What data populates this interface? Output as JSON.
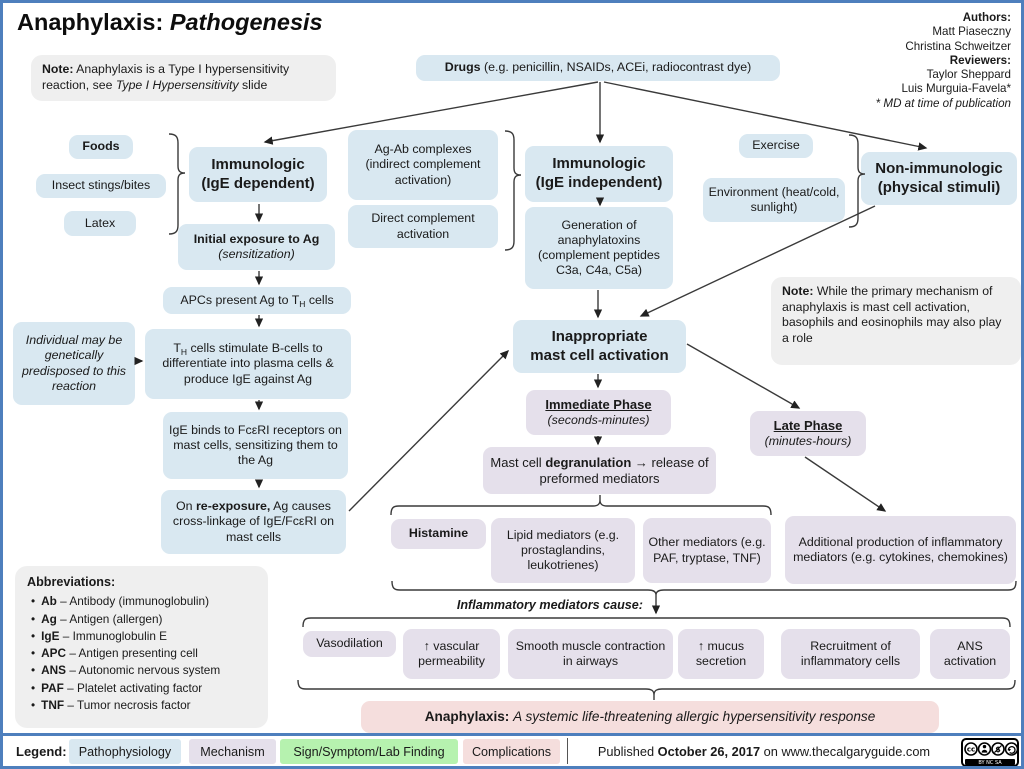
{
  "title": {
    "main": "Anaphylaxis:",
    "italic": "Pathogenesis"
  },
  "credits": {
    "authors_label": "Authors:",
    "authors": [
      "Matt Piaseczny",
      "Christina Schweitzer"
    ],
    "reviewers_label": "Reviewers:",
    "reviewers": [
      "Taylor Sheppard",
      "Luis Murguia-Favela*"
    ],
    "footnote": "* MD at time of publication"
  },
  "notes": {
    "left": {
      "label": "Note:",
      "text1": " Anaphylaxis is a Type I hypersensitivity reaction, see ",
      "italic": "Type I Hypersensitivity",
      "text2": " slide"
    },
    "right": {
      "label": "Note:",
      "text": " While the primary mechanism of anaphylaxis is mast cell activation, basophils and eosinophils may also play a role"
    }
  },
  "nodes": {
    "drugs": {
      "bold": "Drugs",
      "rest": " (e.g. penicillin, NSAIDs, ACEi, radiocontrast dye)"
    },
    "foods": "Foods",
    "insect": "Insect stings/bites",
    "latex": "Latex",
    "imm_dep": {
      "line1": "Immunologic",
      "line2": "(IgE dependent)"
    },
    "agab": "Ag-Ab complexes (indirect complement activation)",
    "direct": "Direct complement activation",
    "imm_indep": {
      "line1": "Immunologic",
      "line2": "(IgE independent)"
    },
    "exercise": "Exercise",
    "environment": "Environment (heat/cold, sunlight)",
    "non_imm": {
      "line1": "Non-immunologic",
      "line2": "(physical stimuli)"
    },
    "initial_exposure": {
      "bold": "Initial exposure to Ag",
      "italic": "(sensitization)"
    },
    "apcs": {
      "pre": "APCs present Ag to T",
      "sub": "H",
      "post": " cells"
    },
    "genetic": "Individual may be genetically predisposed to this reaction",
    "th_cells": {
      "pre": "T",
      "sub": "H",
      "post": " cells stimulate B-cells to differentiate into plasma cells & produce IgE against Ag"
    },
    "ige_binds": "IgE binds to FcεRI receptors on mast cells, sensitizing them to the Ag",
    "re_exposure": {
      "pre": "On ",
      "bold": "re-exposure,",
      "post": " Ag causes cross-linkage of IgE/FcεRI on mast cells"
    },
    "anaphylatoxins": "Generation of anaphylatoxins (complement peptides C3a, C4a, C5a)",
    "mast_activation": {
      "line1": "Inappropriate",
      "line2": "mast cell activation"
    },
    "immediate_phase": {
      "title": "Immediate Phase",
      "sub": "(seconds-minutes)"
    },
    "late_phase": {
      "title": "Late Phase",
      "sub": "(minutes-hours)"
    },
    "degranulation": {
      "pre": "Mast cell ",
      "bold": "degranulation",
      "post": " → release of preformed mediators"
    },
    "histamine": "Histamine",
    "lipid": "Lipid mediators (e.g. prostaglandins, leukotrienes)",
    "other": "Other mediators (e.g. PAF, tryptase, TNF)",
    "additional": "Additional production of inflammatory mediators (e.g. cytokines, chemokines)",
    "cause_label": "Inflammatory mediators cause:",
    "effects": [
      "Vasodilation",
      "↑ vascular permeability",
      "Smooth muscle contraction in airways",
      "↑ mucus secretion",
      "Recruitment of inflammatory cells",
      "ANS activation"
    ]
  },
  "abbreviations": {
    "title": "Abbreviations:",
    "items": [
      {
        "term": "Ab",
        "def": " – Antibody (immunoglobulin)"
      },
      {
        "term": "Ag",
        "def": " – Antigen (allergen)"
      },
      {
        "term": "IgE",
        "def": " – Immunoglobulin E"
      },
      {
        "term": "APC",
        "def": " – Antigen presenting cell"
      },
      {
        "term": "ANS",
        "def": " – Autonomic nervous system"
      },
      {
        "term": "PAF",
        "def": " – Platelet activating factor"
      },
      {
        "term": "TNF",
        "def": " – Tumor necrosis factor"
      }
    ]
  },
  "bottom_banner": {
    "bold": "Anaphylaxis:",
    "italic": "A systemic life-threatening allergic hypersensitivity response"
  },
  "legend": {
    "label": "Legend:",
    "items": [
      {
        "label": "Pathophysiology",
        "color": "#d9e8f1"
      },
      {
        "label": "Mechanism",
        "color": "#e5e0eb"
      },
      {
        "label": "Sign/Symptom/Lab Finding",
        "color": "#b6f2af"
      },
      {
        "label": "Complications",
        "color": "#f5dedd"
      }
    ]
  },
  "footer": {
    "published_pre": "Published ",
    "published_date": "October 26, 2017",
    "published_post": " on www.thecalgaryguide.com",
    "license_text": "BY NC SA"
  },
  "colors": {
    "frame": "#4e7fbd",
    "pathophysiology": "#d9e8f1",
    "mechanism": "#e5e0eb",
    "sign_symptom": "#b6f2af",
    "complications": "#f5dedd",
    "note": "#efefef",
    "line": "#3a3a3a"
  }
}
